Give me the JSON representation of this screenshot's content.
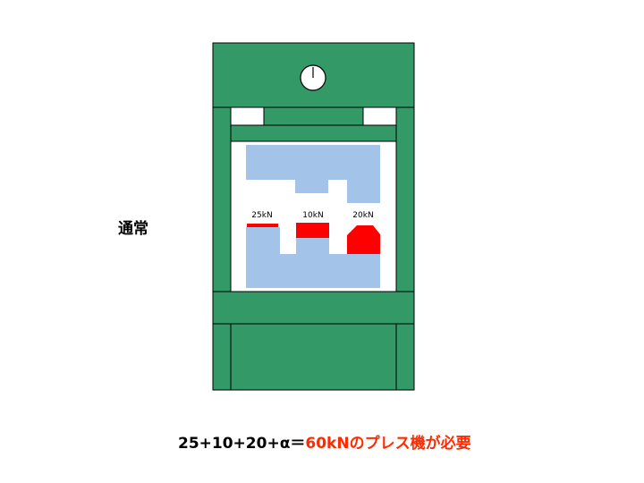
{
  "side_label": "通常",
  "die_labels": [
    "25kN",
    "10kN",
    "20kN"
  ],
  "formula": {
    "sum_part": "25+10+20+α＝",
    "result_part": "60kNのプレス機が必要"
  },
  "colors": {
    "frame_green": "#339966",
    "die_blue": "#a3c4e8",
    "load_red": "#ff0000",
    "result_red": "#ff2a00",
    "outline": "#000000"
  }
}
